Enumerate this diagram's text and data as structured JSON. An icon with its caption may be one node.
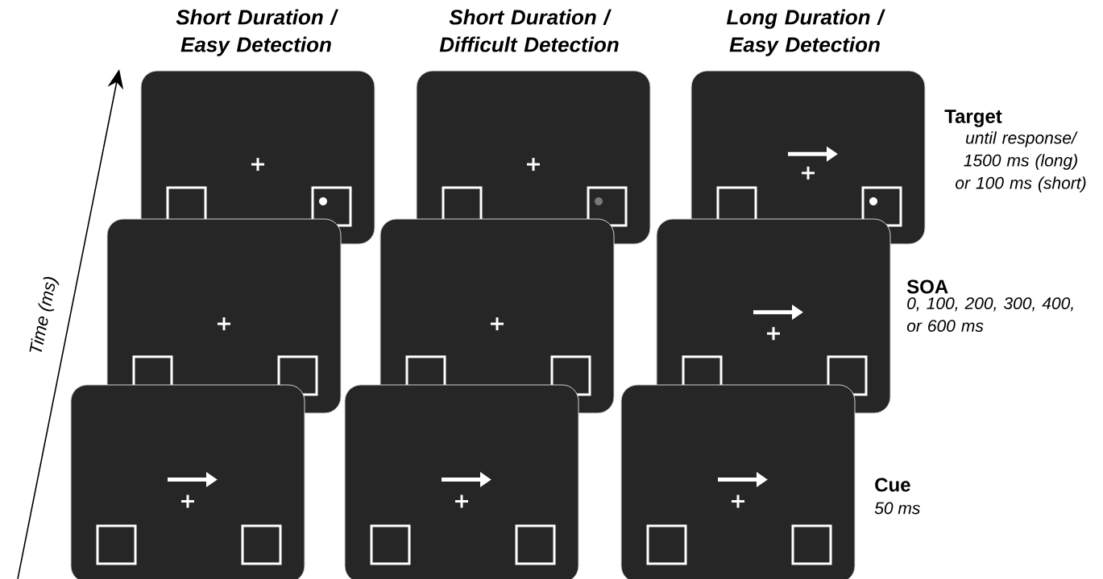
{
  "diagram": {
    "labels": [
      "Short Duration / Easy Detection",
      "Short Duration / Difficult Detection",
      "Long Duration / Easy Detection",
      "Target",
      "until response/ 1500 ms (long) or 100 ms (short)",
      "SOA",
      "0, 100, 200, 300, 400, or 600 ms",
      "Cue",
      "50 ms",
      "Time (ms)"
    ]
  }
}
